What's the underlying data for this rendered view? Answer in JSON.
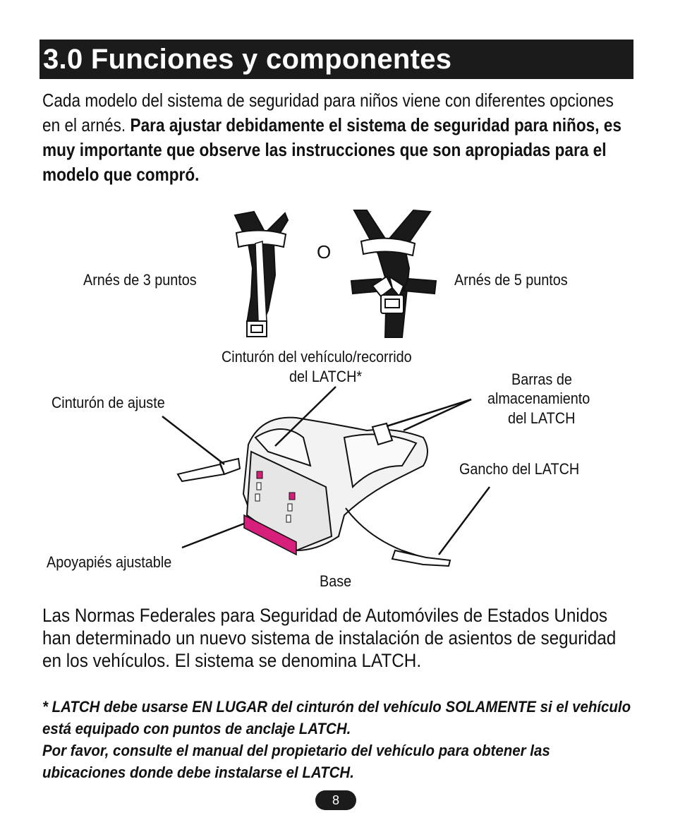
{
  "section": {
    "title": "3.0 Funciones y componentes"
  },
  "intro": {
    "normal_text": "Cada modelo del sistema de seguridad para niños viene con diferentes opciones en el arnés.",
    "bold_text": "Para ajustar debidamente el sistema de seguridad para niños, es muy importante que observe las instrucciones que son apropiadas para el modelo que compró."
  },
  "figure": {
    "or_label": "O",
    "harness_3": "Arnés de 3 puntos",
    "harness_5": "Arnés de 5 puntos",
    "belt_path_line1": "Cinturón del vehículo/recorrido",
    "belt_path_line2": "del LATCH*",
    "adjust_belt": "Cinturón de ajuste",
    "storage_line1": "Barras de",
    "storage_line2": "almacenamiento",
    "storage_line3": "del LATCH",
    "latch_hook": "Gancho del LATCH",
    "footrest": "Apoyapiés ajustable",
    "base": "Base",
    "accent_color": "#d61f7a"
  },
  "federal_text": "Las Normas Federales para Seguridad de Automóviles de Estados Unidos han determinado un nuevo sistema de instalación de asientos de seguridad en los vehículos. El sistema se denomina LATCH.",
  "note": {
    "line1": "* LATCH debe usarse EN LUGAR del cinturón del vehículo SOLAMENTE si el vehículo está equipado con puntos de anclaje LATCH.",
    "line2": "Por favor, consulte el manual del propietario del vehículo para obtener las ubicaciones donde debe instalarse el LATCH."
  },
  "page": {
    "number": "8"
  }
}
